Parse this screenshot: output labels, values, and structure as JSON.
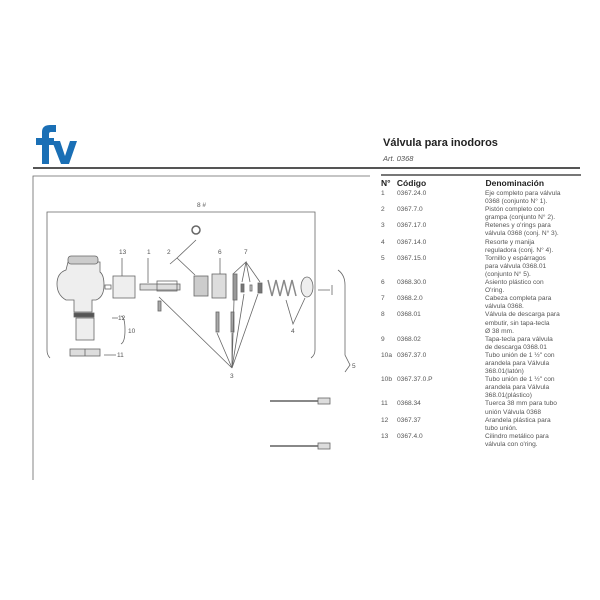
{
  "brand": {
    "logo_text": "fv",
    "color": "#1a6fb5"
  },
  "header": {
    "title": "Válvula para inodoros",
    "subtitle": "Art. 0368"
  },
  "diagram": {
    "labels": {
      "l8": "8 #",
      "l13": "13",
      "l1": "1",
      "l2": "2",
      "l6": "6",
      "l7": "7",
      "l12": "12",
      "l10": "10",
      "l11": "11",
      "l4": "4",
      "l3": "3",
      "l5": "5"
    }
  },
  "table": {
    "headers": {
      "n": "N°",
      "code": "Código",
      "desc": "Denominación"
    },
    "rows": [
      {
        "n": "1",
        "code": "0367.24.0",
        "desc": "Eje completo para válvula\n0368 (conjunto N° 1)."
      },
      {
        "n": "2",
        "code": "0367.7.0",
        "desc": "Pistón completo con\ngrampa (conjunto N° 2)."
      },
      {
        "n": "3",
        "code": "0367.17.0",
        "desc": "Retenes y o'rings para\nválvula 0368 (conj. N° 3)."
      },
      {
        "n": "4",
        "code": "0367.14.0",
        "desc": "Resorte y manija\nreguladora (conj. N° 4)."
      },
      {
        "n": "5",
        "code": "0367.15.0",
        "desc": "Tornillo y espárragos\npara válvula 0368.01\n(conjunto N° 5)."
      },
      {
        "n": "6",
        "code": "0368.30.0",
        "desc": "Asiento plástico con\nO'ring."
      },
      {
        "n": "7",
        "code": "0368.2.0",
        "desc": "Cabeza completa para\nválvula 0368."
      },
      {
        "n": "8",
        "code": "0368.01",
        "desc": "Válvula de descarga para\nembutir, sin tapa-tecla\nØ 38 mm."
      },
      {
        "n": "9",
        "code": "0368.02",
        "desc": "Tapa-tecla para válvula\nde descarga 0368.01"
      },
      {
        "n": "10a",
        "code": "0367.37.0",
        "desc": "Tubo unión de 1 ½\" con\narandela para Válvula\n368.01(latón)"
      },
      {
        "n": "10b",
        "code": "0367.37.0.P",
        "desc": "Tubo unión de 1 ½\" con\narandela para Válvula\n368.01(plástico)"
      },
      {
        "n": "11",
        "code": "0368.34",
        "desc": "Tuerca 38 mm para tubo\nunión Válvula 0368"
      },
      {
        "n": "12",
        "code": "0367.37",
        "desc": "Arandela plástica para\ntubo unión."
      },
      {
        "n": "13",
        "code": "0367.4.0",
        "desc": "Cilindro metálico para\nválvula con o'ring."
      }
    ]
  }
}
